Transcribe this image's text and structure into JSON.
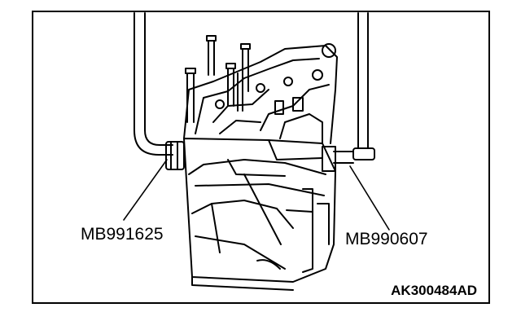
{
  "labels": {
    "left_tool": "MB991625",
    "right_tool": "MB990607"
  },
  "figure_id": "AK300484AD",
  "colors": {
    "line": "#000000",
    "background": "#ffffff"
  }
}
